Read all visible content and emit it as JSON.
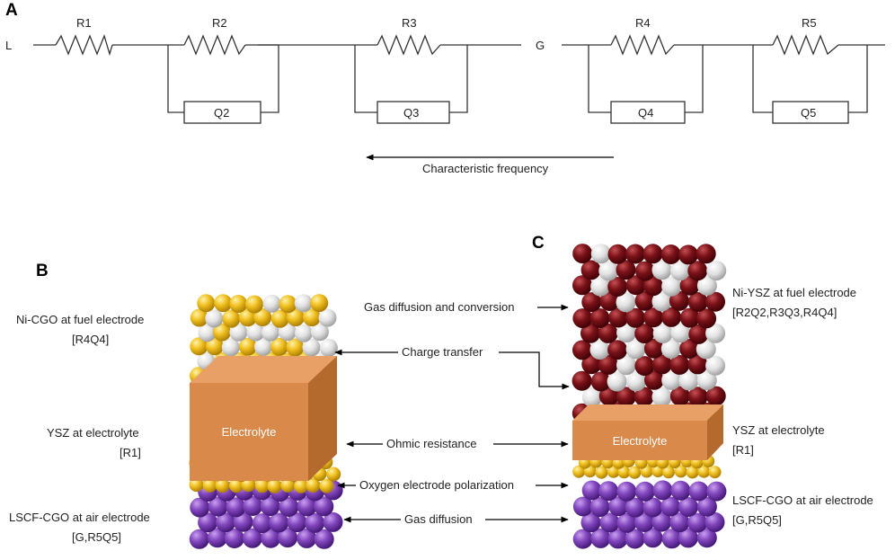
{
  "panels": {
    "a": "A",
    "b": "B",
    "c": "C"
  },
  "circuit": {
    "left_terminal": "L",
    "middle_terminal": "G",
    "resistors": [
      "R1",
      "R2",
      "R3",
      "R4",
      "R5"
    ],
    "cpes": [
      "Q2",
      "Q3",
      "Q4",
      "Q5"
    ],
    "frequency_label": "Characteristic frequency"
  },
  "cell_b": {
    "fuel_label": "Ni-CGO at fuel electrode",
    "fuel_code": "[R4Q4]",
    "electrolyte_label": "YSZ at electrolyte",
    "electrolyte_code": "[R1]",
    "air_label": "LSCF-CGO at air electrode",
    "air_code": "[G,R5Q5]",
    "electrolyte_text": "Electrolyte"
  },
  "cell_c": {
    "fuel_label": "Ni-YSZ at fuel electrode",
    "fuel_code": "[R2Q2,R3Q3,R4Q4]",
    "electrolyte_label": "YSZ at electrolyte",
    "electrolyte_code": "[R1]",
    "air_label": "LSCF-CGO at air electrode",
    "air_code": "[G,R5Q5]",
    "electrolyte_text": "Electrolyte"
  },
  "processes": {
    "gas_diffusion_conversion": "Gas diffusion and conversion",
    "charge_transfer": "Charge transfer",
    "ohmic": "Ohmic resistance",
    "oxygen_polarization": "Oxygen electrode polarization",
    "gas_diffusion": "Gas diffusion"
  },
  "colors": {
    "yellow_particle": "#e8b717",
    "white_particle": "#d9d9d9",
    "purple_particle": "#7a3fb2",
    "maroon_particle": "#6b0f14",
    "electrolyte_front": "#d9894a",
    "electrolyte_top": "#e8a066",
    "electrolyte_side": "#b46a2c"
  }
}
